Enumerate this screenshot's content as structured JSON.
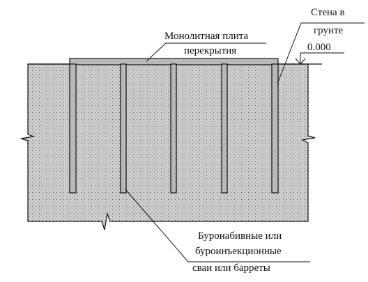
{
  "labels": {
    "slab_line1": "Монолитная плита",
    "slab_line2": "перекрытия",
    "wall_line1": "Стена в",
    "wall_line2": "грунте",
    "elevation": "0.000",
    "piles_line1": "Буронабивные или",
    "piles_line2": "буроинъекционные",
    "piles_line3": "сваи или барреты"
  },
  "colors": {
    "soil": "#cfcfcf",
    "soil_dots": "#555555",
    "concrete": "#b9b9b9",
    "ink": "#111111"
  },
  "pile_count": 5
}
